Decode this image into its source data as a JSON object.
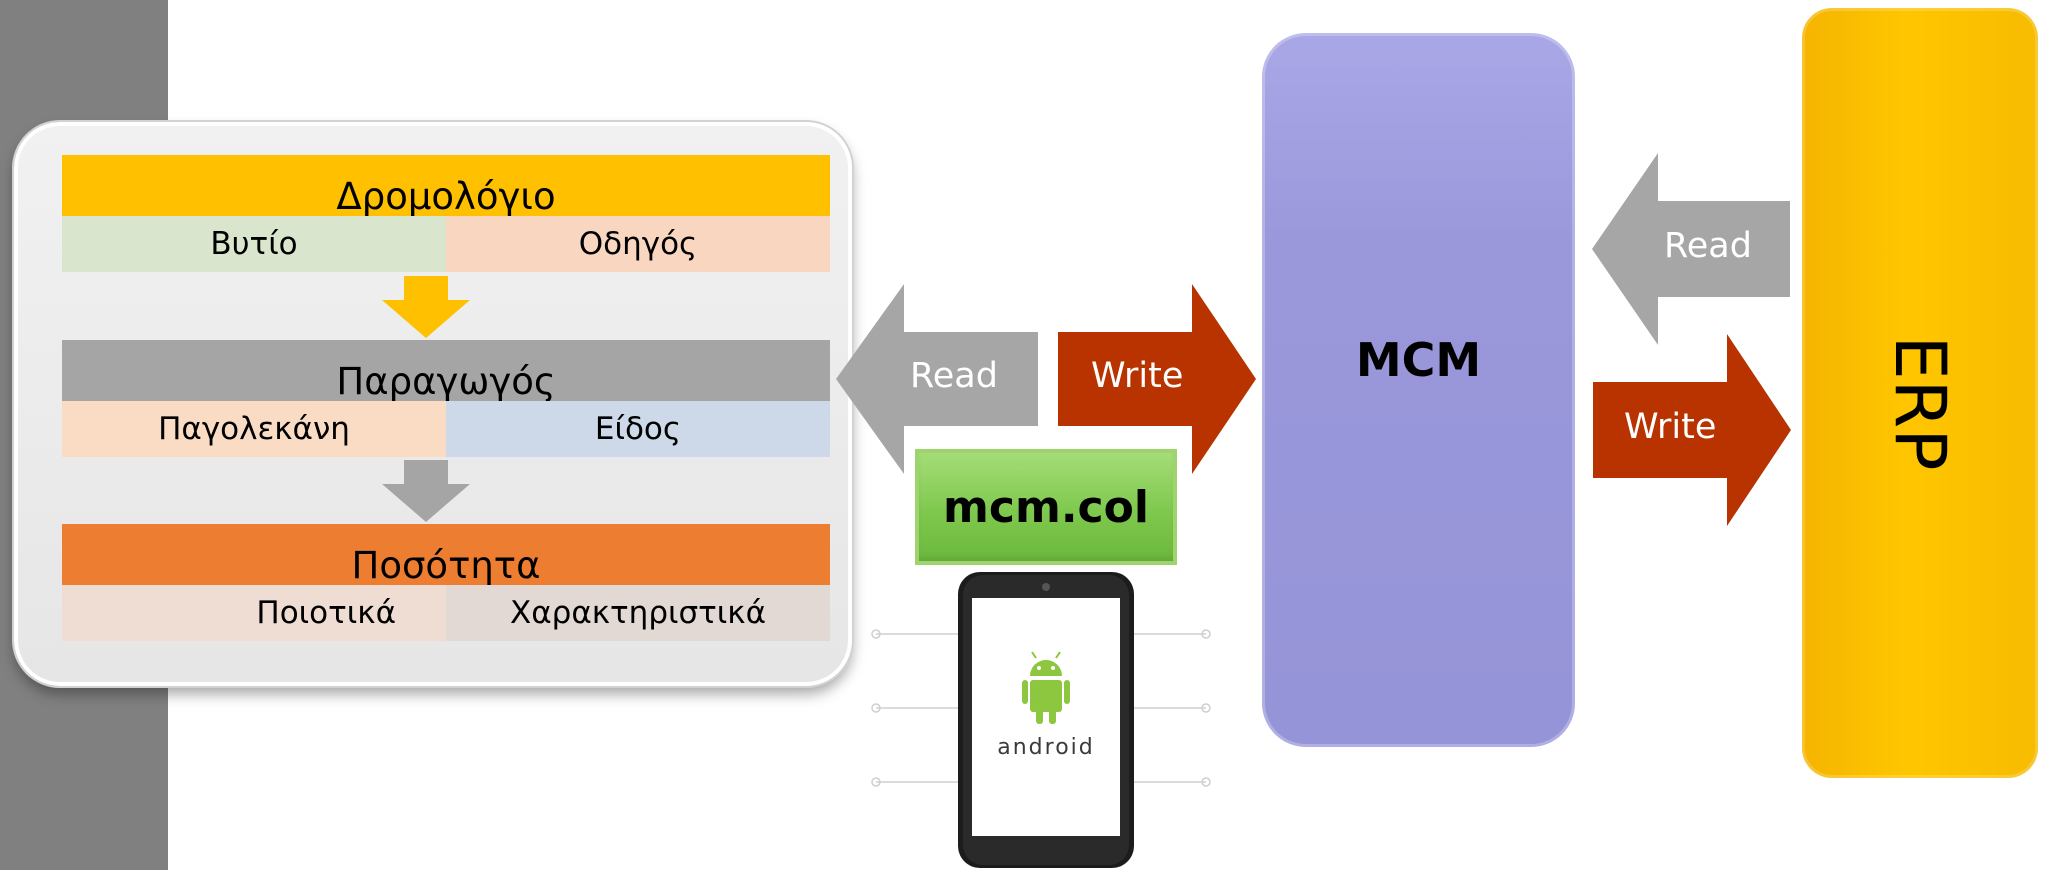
{
  "flow": {
    "route": {
      "title": "Δρομολόγιο",
      "left": "Βυτίο",
      "right": "Οδηγός"
    },
    "producer": {
      "title": "Παραγωγός",
      "left": "Παγολεκάνη",
      "right": "Είδος"
    },
    "quantity": {
      "title": "Ποσότητα",
      "left": "Ποιοτικά",
      "right": "Χαρακτηριστικά"
    }
  },
  "arrows": {
    "device_read": "Read",
    "device_write": "Write",
    "erp_read": "Read",
    "erp_write": "Write"
  },
  "mcm": {
    "label": "MCM"
  },
  "erp": {
    "label": "ERP"
  },
  "app": {
    "label": "mcm.col"
  },
  "phone": {
    "os_logo_text": "android"
  },
  "colors": {
    "route_header": "#ffc000",
    "producer_header": "#a5a5a5",
    "quantity_header": "#ed7d31",
    "read_arrow": "#a6a6a6",
    "write_arrow": "#b83300",
    "mcm_box": "#9a98db",
    "erp_box": "#ffc000",
    "app_box": "#7ec84d"
  }
}
